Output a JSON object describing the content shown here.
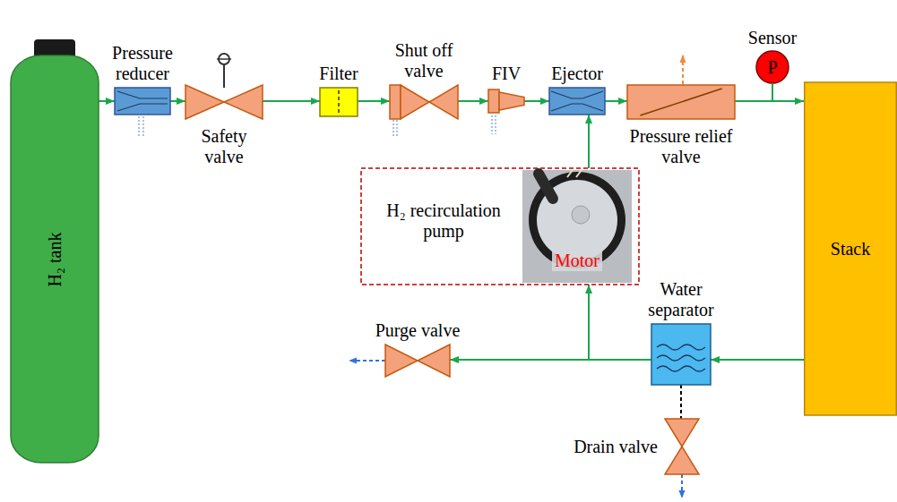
{
  "diagram": {
    "nodes": [
      {
        "text": [
          "H₂ tank"
        ]
      },
      {
        "text": [
          "Pressure reducer"
        ]
      },
      {
        "text": [
          "Safety valve"
        ]
      },
      {
        "text": [
          "Filter"
        ]
      },
      {
        "text": [
          "Shut off valve"
        ]
      },
      {
        "text": [
          "FIV"
        ]
      },
      {
        "text": [
          "Ejector"
        ]
      },
      {
        "text": [
          "Pressure relief valve"
        ]
      },
      {
        "text": [
          "Sensor",
          "P"
        ]
      },
      {
        "text": [
          "Stack"
        ]
      },
      {
        "text": [
          "H₂ recirculation pump",
          "Motor"
        ]
      },
      {
        "text": [
          "Water separator"
        ]
      },
      {
        "text": [
          "Purge valve"
        ]
      },
      {
        "text": [
          "Drain valve"
        ]
      }
    ],
    "edges": [
      {
        "from": 0,
        "to": 1,
        "arrow": "to"
      },
      {
        "from": 1,
        "to": 2,
        "arrow": "to"
      },
      {
        "from": 2,
        "to": 3,
        "arrow": "to"
      },
      {
        "from": 3,
        "to": 4,
        "arrow": "to"
      },
      {
        "from": 4,
        "to": 5,
        "arrow": "to"
      },
      {
        "from": 5,
        "to": 6,
        "arrow": "to"
      },
      {
        "from": 6,
        "to": 7,
        "arrow": "to"
      },
      {
        "from": 7,
        "to": 9,
        "arrow": "to"
      },
      {
        "from": 9,
        "to": 11,
        "arrow": "to"
      },
      {
        "from": 11,
        "to": 10,
        "arrow": "to"
      },
      {
        "from": 11,
        "to": 12,
        "arrow": "to"
      },
      {
        "from": 10,
        "to": 6,
        "arrow": "to"
      },
      {
        "from": 11,
        "to": 13,
        "arrow": "none"
      }
    ]
  }
}
